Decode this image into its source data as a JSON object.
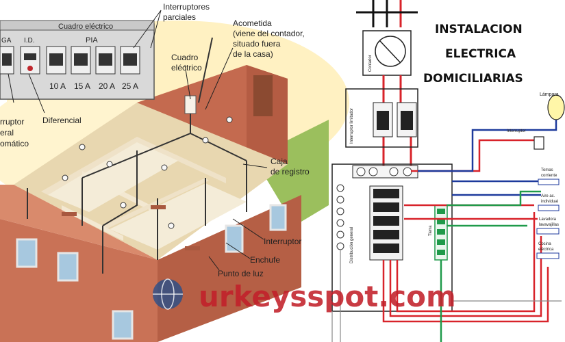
{
  "left_diagram": {
    "panel_title": "Cuadro eléctrico",
    "panel_left_fragment": "GA",
    "panel_id_label": "I.D.",
    "panel_pia_label": "PIA",
    "breaker_ratings": [
      "10 A",
      "15 A",
      "20 A",
      "25 A"
    ],
    "labels": {
      "interruptores_parciales": [
        "Interruptores",
        "parciales"
      ],
      "acometida": [
        "Acometida",
        "(viene del contador,",
        "situado fuera",
        "de la casa)"
      ],
      "cuadro_electrico": [
        "Cuadro",
        "eléctrico"
      ],
      "interruptor_general": [
        "rruptor",
        "eral",
        "omático"
      ],
      "diferencial": "Diferencial",
      "caja_registro": [
        "Caja",
        "de registro"
      ],
      "interruptor": "Interruptor",
      "enchufe": "Enchufe",
      "punto_luz": "Punto de luz"
    }
  },
  "right_diagram": {
    "title_lines": [
      "INSTALACION",
      "ELECTRICA",
      "DOMICILIARIAS"
    ],
    "labels": {
      "contador": "Contador",
      "limitador": "Interruptor limitador",
      "distribucion": "Distribución general",
      "tierra": "Tierra",
      "lampara": "Lámpara",
      "interruptor": "Interruptor",
      "toma_corriente": [
        "Tomas",
        "corriente"
      ],
      "aire_acond": [
        "Aire ac.",
        "individual"
      ],
      "lavadora": [
        "Lavadora",
        "lavavajillas"
      ],
      "cocina": [
        "Cocina",
        "eléctrica"
      ]
    }
  },
  "watermark": "urkeysspot.com",
  "colors": {
    "wire_red": "#d8232a",
    "wire_blue": "#1d3a9c",
    "wire_green": "#1f9a4a",
    "wall_brick": "#c46a4f",
    "floor_tan": "#e8d7b0",
    "highlight_yellow": "#ffe9a6",
    "grass": "#9bbf5d"
  }
}
